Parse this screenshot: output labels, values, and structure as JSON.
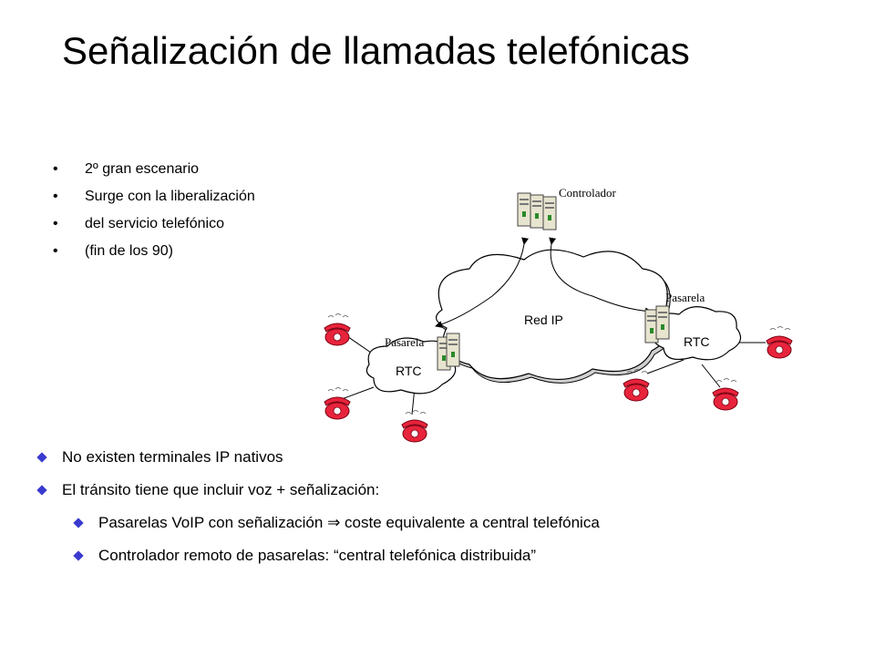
{
  "title": "Señalización de llamadas telefónicas",
  "top_bullets": [
    "2º gran escenario",
    "Surge con la liberalización",
    "del servicio telefónico",
    "(fin de los 90)"
  ],
  "diagram": {
    "controller_label": "Controlador",
    "gateway_left_label": "Pasarela",
    "gateway_right_label": "Pasarela",
    "ip_network_label": "Red IP",
    "pstn_left_label": "RTC",
    "pstn_right_label": "RTC"
  },
  "bottom_bullets": {
    "b1": "No existen terminales IP nativos",
    "b2": "El tránsito tiene que incluir voz + señalización:",
    "s1": "Pasarelas VoIP con señalización ⇒ coste equivalente a central telefónica",
    "s2": "Controlador remoto de pasarelas: “central telefónica distribuida”"
  },
  "colors": {
    "bullet_diamond": "#3a3ad0",
    "phone_red": "#e8243c"
  }
}
